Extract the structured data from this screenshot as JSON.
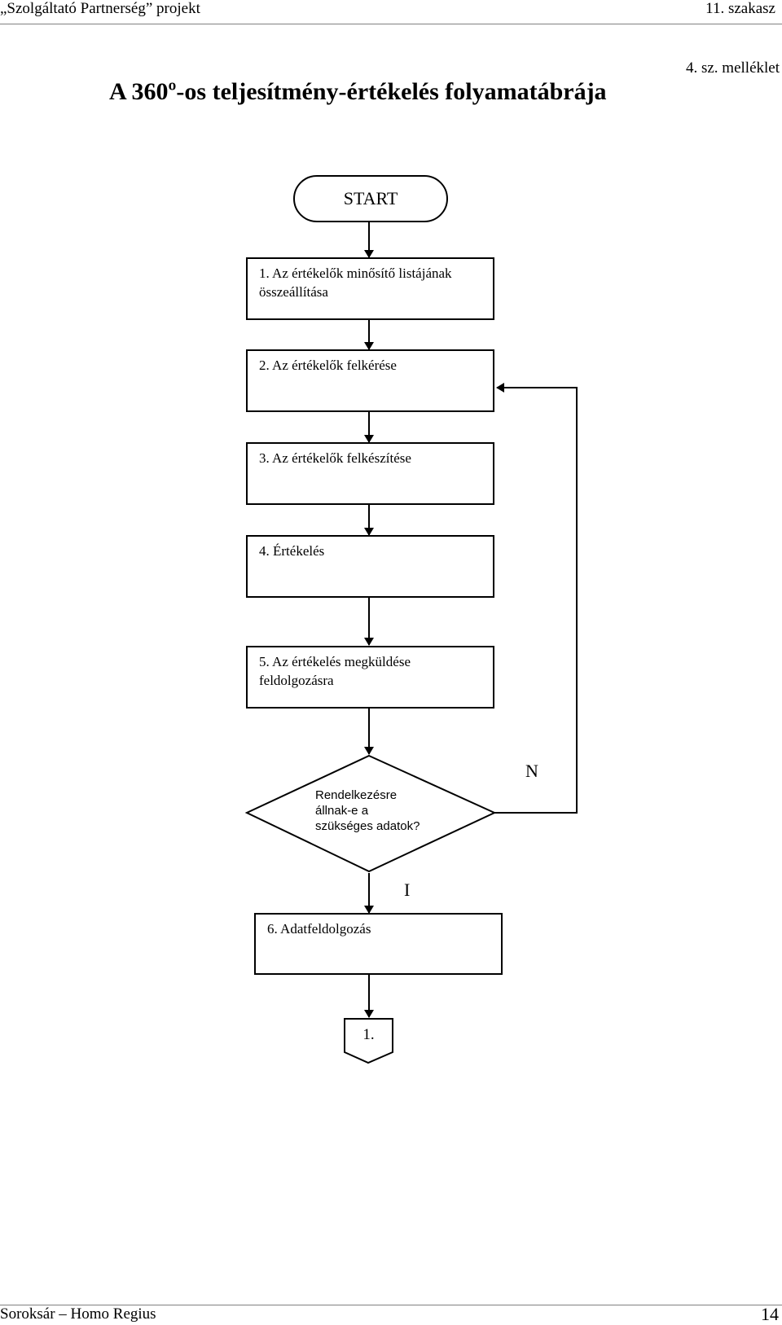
{
  "header": {
    "left": "„Szolgáltató Partnerség” projekt",
    "right": "11. szakasz"
  },
  "annex": "4. sz. melléklet",
  "title": "A 360º-os teljesítmény-értékelés folyamatábrája",
  "flow": {
    "start": "START",
    "step1": [
      "1. Az értékelők minősítő listájának",
      "összeállítása"
    ],
    "step2": "2. Az értékelők felkérése",
    "step3": "3. Az értékelők felkészítése",
    "step4": "4. Értékelés",
    "step5": [
      "5. Az értékelés megküldése",
      "feldolgozásra"
    ],
    "decision": [
      "Rendelkezésre",
      "állnak-e a",
      "szükséges adatok?"
    ],
    "no_label": "N",
    "yes_label": "I",
    "step6": "6. Adatfeldolgozás",
    "connector": "1."
  },
  "footer": {
    "left": "Soroksár – Homo Regius",
    "page": "14"
  }
}
